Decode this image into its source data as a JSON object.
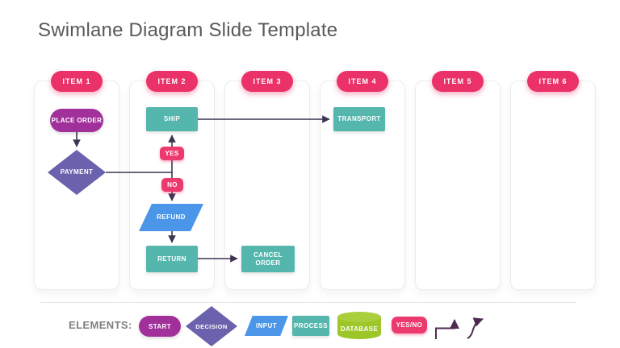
{
  "title": "Swimlane Diagram Slide Template",
  "lanes": [
    {
      "label": "ITEM 1"
    },
    {
      "label": "ITEM 2"
    },
    {
      "label": "ITEM 3"
    },
    {
      "label": "ITEM 4"
    },
    {
      "label": "ITEM 5"
    },
    {
      "label": "ITEM 6"
    }
  ],
  "flow": {
    "place_order": "PLACE ORDER",
    "payment": "PAYMENT",
    "ship": "SHIP",
    "yes": "YES",
    "no": "NO",
    "refund": "REFUND",
    "return": "RETURN",
    "cancel_order": "CANCEL ORDER",
    "transport": "TRANSPORT"
  },
  "legend": {
    "label": "ELEMENTS:",
    "items": [
      {
        "label": "START",
        "shape": "stadium",
        "color": "#A1309B"
      },
      {
        "label": "DECISION",
        "shape": "diamond",
        "color": "#6B62AE"
      },
      {
        "label": "INPUT",
        "shape": "parallelogram",
        "color": "#4B96E8"
      },
      {
        "label": "PROCESS",
        "shape": "rectangle",
        "color": "#55B6AD"
      },
      {
        "label": "DATABASE",
        "shape": "cylinder",
        "color": "#9DC629"
      },
      {
        "label": "YES/NO",
        "shape": "pill",
        "color": "#EC3A6E"
      }
    ],
    "icons": [
      "elbow-arrow",
      "curved-arrow"
    ]
  },
  "colors": {
    "badge_pink": "#EA3168",
    "yesno_pink": "#EC3A6E",
    "start_magenta": "#A1309B",
    "decision_purple": "#6B62AE",
    "input_blue": "#4B96E8",
    "process_teal": "#55B6AD",
    "database_green": "#9DC629",
    "connector_dark": "#3E3452",
    "legend_arrow_purple": "#4E2A50",
    "title_gray": "#595959"
  }
}
